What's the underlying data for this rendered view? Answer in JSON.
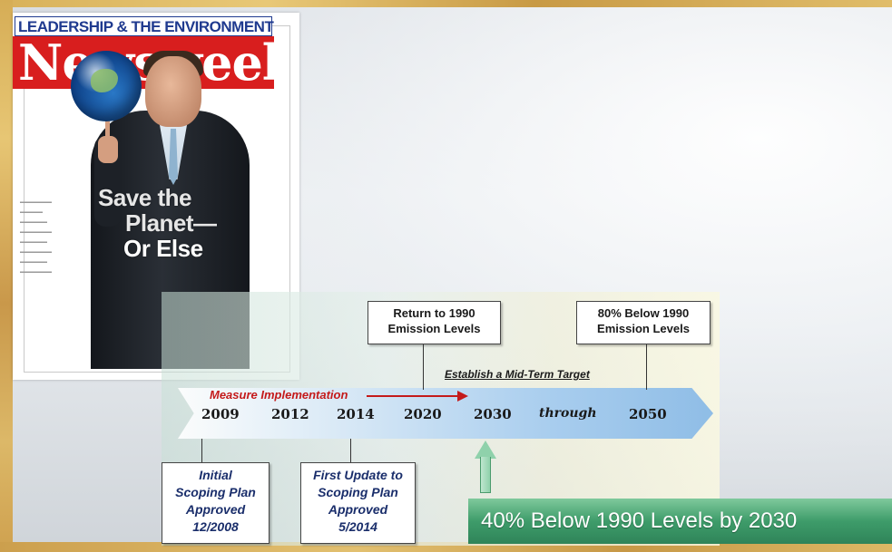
{
  "cover": {
    "tagline": "LEADERSHIP & THE ENVIRONMENT",
    "masthead": "Newsweek",
    "headline_line1": "Save the",
    "headline_line2": "Planet—",
    "headline_line3": "Or Else"
  },
  "timeline": {
    "years": [
      "2009",
      "2012",
      "2014",
      "2020",
      "2030",
      "2050"
    ],
    "through_label": "through",
    "measure_label": "Measure Implementation",
    "midterm_label": "Establish a Mid-Term Target",
    "top_box_2020": {
      "line1": "Return to 1990",
      "line2": "Emission Levels"
    },
    "top_box_2050": {
      "line1": "80% Below 1990",
      "line2": "Emission Levels"
    },
    "bottom_box_2009": {
      "line1": "Initial",
      "line2": "Scoping Plan",
      "line3": "Approved",
      "line4": "12/2008"
    },
    "bottom_box_2014": {
      "line1": "First Update to",
      "line2": "Scoping Plan",
      "line3": "Approved",
      "line4": "5/2014"
    },
    "banner": "40% Below 1990 Levels by 2030"
  },
  "colors": {
    "accent_red": "#c41a1a",
    "banner_green": "#3e9c6a",
    "masthead_red": "#d81e1e",
    "tagline_blue": "#1f3a8f"
  }
}
